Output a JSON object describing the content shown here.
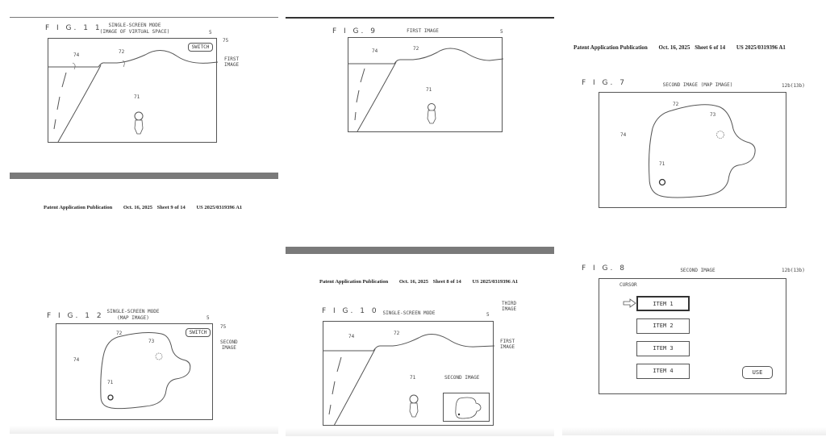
{
  "publication_header": {
    "title": "Patent Application Publication",
    "date": "Oct. 16, 2025",
    "pub_number": "US 2025/0319396 A1"
  },
  "pages": {
    "sheet9": {
      "sheet": "Sheet 9 of 14"
    },
    "sheet8": {
      "sheet": "Sheet 8 of 14"
    },
    "sheet6": {
      "sheet": "Sheet 6 of 14"
    }
  },
  "figures": {
    "fig11": {
      "label": "F I G. 1 1",
      "caption_line1": "SINGLE-SCREEN MODE",
      "caption_line2": "(IMAGE OF VIRTUAL SPACE)",
      "ref_screen": "5",
      "ref_switch": "75",
      "switch_label": "SWITCH",
      "side_label_1": "FIRST",
      "side_label_2": "IMAGE",
      "ref_lake": "74",
      "ref_terrain": "72",
      "ref_character": "71"
    },
    "fig12": {
      "label": "F I G. 1 2",
      "caption_line1": "SINGLE-SCREEN MODE",
      "caption_line2": "(MAP IMAGE)",
      "ref_screen": "5",
      "ref_switch": "75",
      "switch_label": "SWITCH",
      "side_label_1": "SECOND",
      "side_label_2": "IMAGE",
      "ref_terrain": "72",
      "ref_target": "73",
      "ref_lake": "74",
      "ref_character": "71"
    },
    "fig9": {
      "label": "F I G. 9",
      "caption": "FIRST IMAGE",
      "ref_screen": "5",
      "ref_lake": "74",
      "ref_terrain": "72",
      "ref_character": "71"
    },
    "fig10": {
      "label": "F I G. 1 0",
      "caption": "SINGLE-SCREEN MODE",
      "ref_screen": "5",
      "third_label_1": "THIRD",
      "third_label_2": "IMAGE",
      "first_label_1": "FIRST",
      "first_label_2": "IMAGE",
      "ref_lake": "74",
      "ref_terrain": "72",
      "ref_character": "71",
      "inset_label": "SECOND IMAGE"
    },
    "fig7": {
      "label": "F I G. 7",
      "caption": "SECOND IMAGE (MAP IMAGE)",
      "ref_screen": "12b(13b)",
      "ref_terrain": "72",
      "ref_target": "73",
      "ref_lake": "74",
      "ref_character": "71"
    },
    "fig8": {
      "label": "F I G. 8",
      "caption": "SECOND IMAGE",
      "ref_screen": "12b(13b)",
      "cursor_label": "CURSOR",
      "items": [
        {
          "label": "ITEM 1",
          "selected": true
        },
        {
          "label": "ITEM 2",
          "selected": false
        },
        {
          "label": "ITEM 3",
          "selected": false
        },
        {
          "label": "ITEM 4",
          "selected": false
        }
      ],
      "use_label": "USE"
    }
  },
  "colors": {
    "line": "#555555",
    "separator": "#7a7a7a",
    "background": "#ffffff"
  }
}
